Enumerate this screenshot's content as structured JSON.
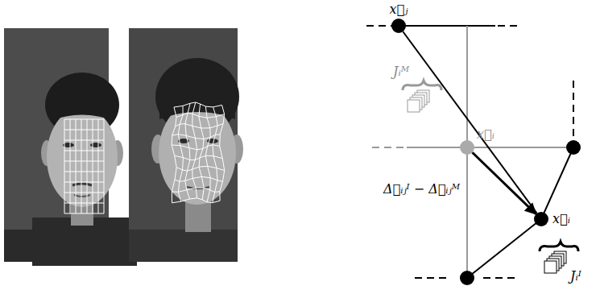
{
  "diagram": {
    "nodes": [
      {
        "text": [
          "x⃗ⱼ"
        ]
      },
      {
        "text": [
          "x⃗ᵢ"
        ]
      },
      {
        "text": [
          "x⃗ᵢ"
        ]
      }
    ],
    "edges": [
      {
        "from": 0,
        "to": 2,
        "arrow": "none"
      },
      {
        "from": 1,
        "to": 2,
        "arrow": "to",
        "label": "Δ⃗ᵢⱼᴵ − Δ⃗ᵢⱼᴹ"
      }
    ],
    "labels": [
      "Jᵢᴹ",
      "Jᵢᴵ"
    ]
  }
}
